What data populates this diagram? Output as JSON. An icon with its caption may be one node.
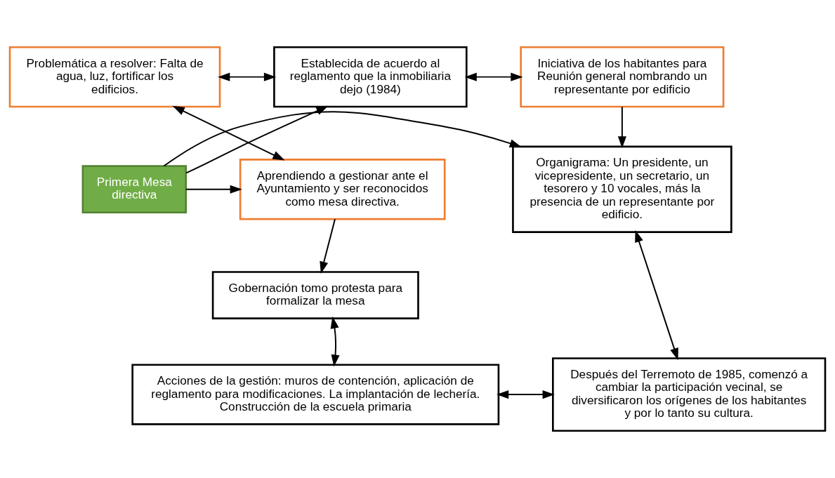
{
  "diagram": {
    "nodes": [
      {
        "text": [
          "Problemática a resolver: Falta de agua, luz, fortificar los edificios."
        ]
      },
      {
        "text": [
          "Establecida de acuerdo al reglamento que la inmobiliaria dejo (1984)"
        ]
      },
      {
        "text": [
          "Iniciativa de los habitantes para Reunión general nombrando un representante por edificio"
        ]
      },
      {
        "text": [
          "Aprendiendo a gestionar ante el Ayuntamiento y ser reconocidos como mesa directiva."
        ]
      },
      {
        "text": [
          "Primera Mesa directiva"
        ]
      },
      {
        "text": [
          "Organigrama: Un presidente, un vicepresidente, un secretario, un tesorero y 10 vocales, más la presencia de un representante por edificio."
        ]
      },
      {
        "text": [
          "Gobernación tomo protesta para formalizar la mesa"
        ]
      },
      {
        "text": [
          "Después del Terremoto de 1985, comenzó a cambiar la participación vecinal, se diversificaron los orígenes de los habitantes y por lo tanto su cultura."
        ]
      },
      {
        "text": [
          "Acciones de la gestión: muros de contención, aplicación de reglamento para modificaciones. La implantación de lechería. Construcción de la escuela primaria"
        ]
      }
    ],
    "edges": [
      {
        "from": 0,
        "to": 1,
        "arrow": "both"
      },
      {
        "from": 1,
        "to": 2,
        "arrow": "both"
      },
      {
        "from": 0,
        "to": 3,
        "arrow": "both"
      },
      {
        "from": 4,
        "to": 1,
        "arrow": "to"
      },
      {
        "from": 4,
        "to": 3,
        "arrow": "to"
      },
      {
        "from": 2,
        "to": 5,
        "arrow": "to"
      },
      {
        "from": 4,
        "to": 5,
        "arrow": "to"
      },
      {
        "from": 3,
        "to": 6,
        "arrow": "to"
      },
      {
        "from": 6,
        "to": 8,
        "arrow": "both"
      },
      {
        "from": 5,
        "to": 7,
        "arrow": "both"
      },
      {
        "from": 8,
        "to": 7,
        "arrow": "both"
      }
    ]
  }
}
